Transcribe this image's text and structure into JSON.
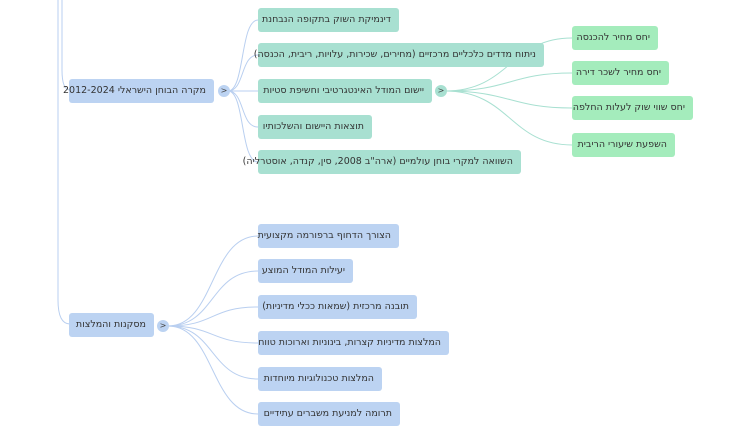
{
  "mindmap": {
    "branches": [
      {
        "label": "מקרה הבוחן הישראלי 2012-2024",
        "children": [
          {
            "label": "דינמיקת השוק בתקופה הנבחנת"
          },
          {
            "label": "ניתוח מדדים כלכליים מרכזיים (מחירים, שכירות, עלויות, ריבית, הכנסה)"
          },
          {
            "label": "יישום המודל האינטגרטיבי וחשיפת סטיות",
            "children": [
              {
                "label": "יחס מחיר להכנסה"
              },
              {
                "label": "יחס מחיר לשכר דירה"
              },
              {
                "label": "יחס שווי שוק לעלות החלפה"
              },
              {
                "label": "השפעת שיעורי הריבית"
              }
            ]
          },
          {
            "label": "תוצאות היישום והשלכותיו"
          },
          {
            "label": "השוואה למקרי בוחן עולמיים (ארה\"ב 2008, סין, קנדה, אוסטרליה)"
          }
        ]
      },
      {
        "label": "מסקנות והמלצות",
        "children": [
          {
            "label": "הצורך הדחוף ברפורמה מקצועית"
          },
          {
            "label": "יעילות המודל המוצע"
          },
          {
            "label": "תובנה מרכזית (שמאות ככלי מדיניות)"
          },
          {
            "label": "המלצות מדיניות קצרות, בינוניות וארוכות טווח"
          },
          {
            "label": "המלצות טכנולוגיות מיוחדות"
          },
          {
            "label": "תרומה למניעת משברים עתידיים"
          }
        ]
      }
    ],
    "toggle_symbol": ">"
  }
}
